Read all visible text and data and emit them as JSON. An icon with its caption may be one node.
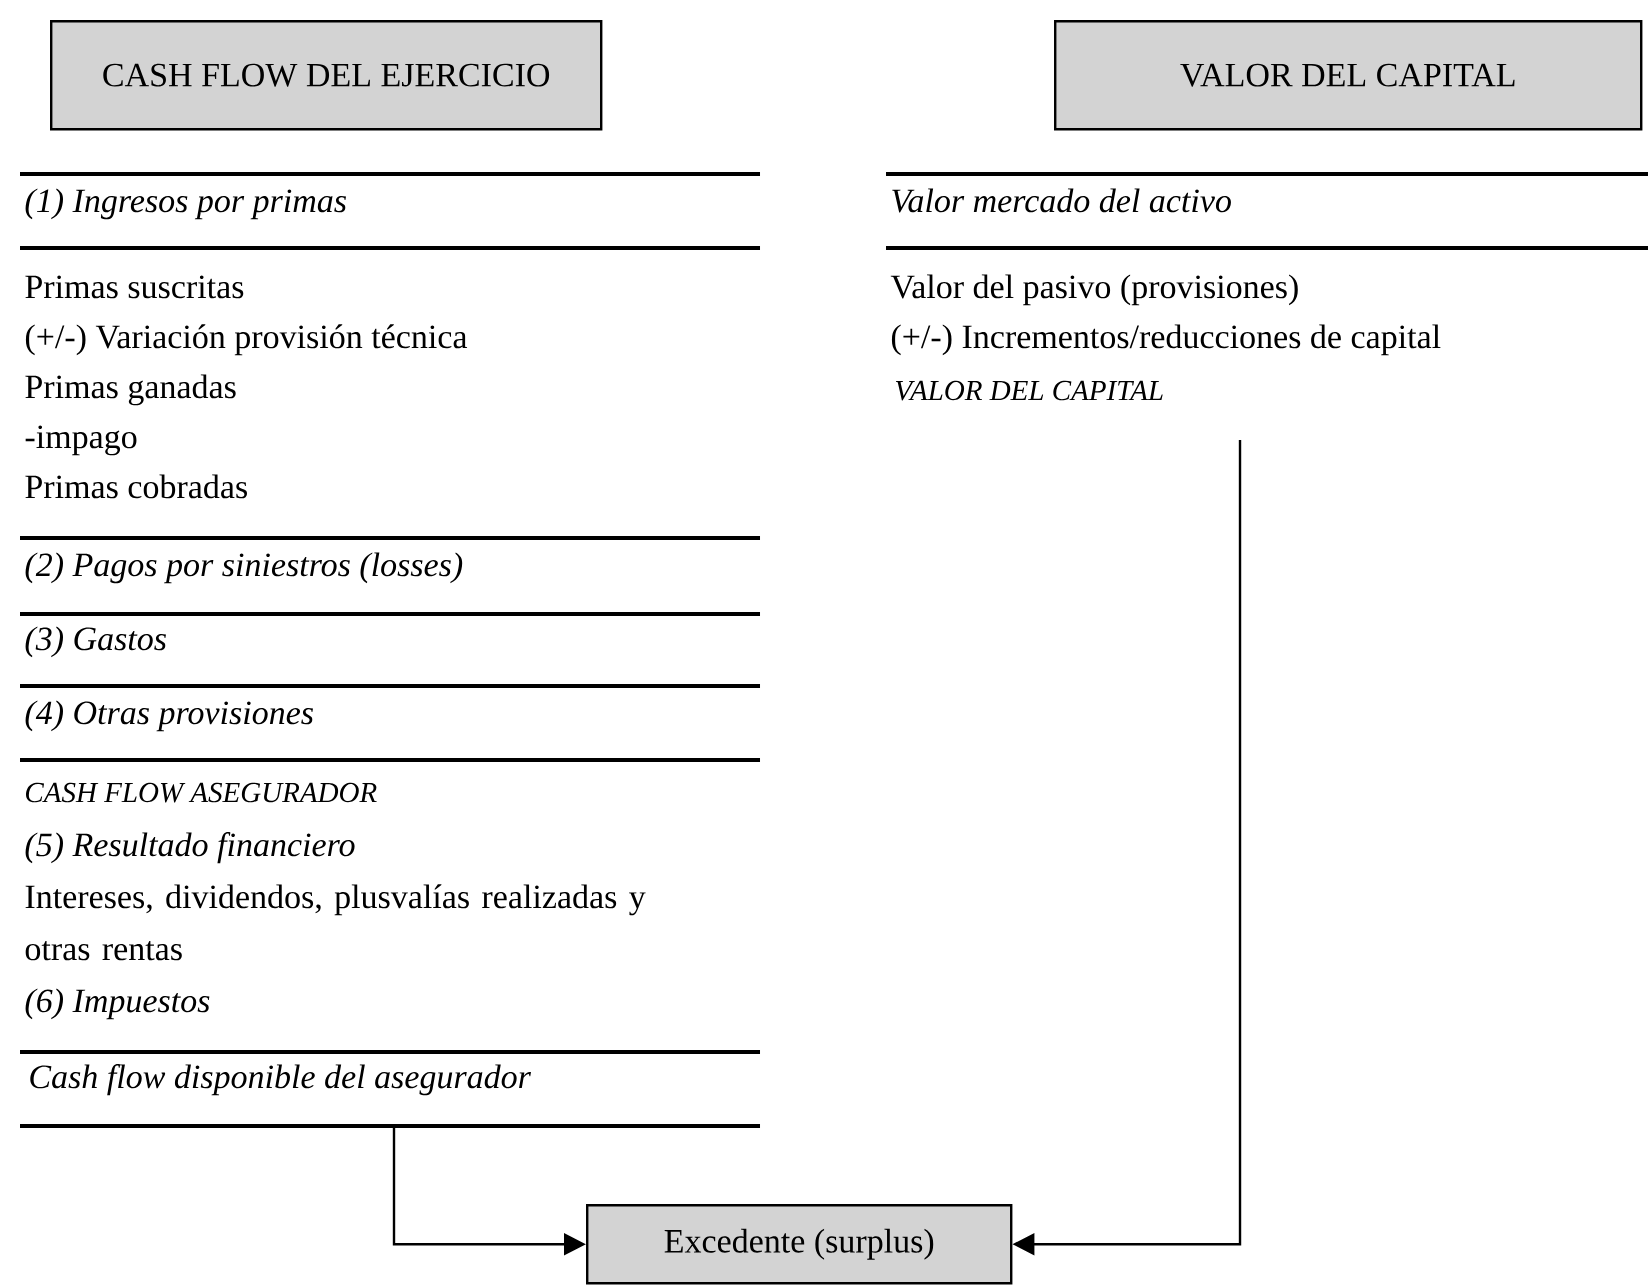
{
  "diagram": {
    "nodes": [
      {
        "text": [
          "CASH FLOW DEL EJERCICIO"
        ]
      },
      {
        "text": [
          "VALOR DEL CAPITAL"
        ]
      },
      {
        "text": [
          "Cash flow disponible del asegurador"
        ]
      },
      {
        "text": [
          "VALOR DEL CAPITAL"
        ]
      },
      {
        "text": [
          "Excedente (surplus)"
        ]
      }
    ],
    "edges": [
      {
        "from": 2,
        "to": 4,
        "arrow": "to"
      },
      {
        "from": 3,
        "to": 4,
        "arrow": "to"
      }
    ],
    "labels": [
      "(1) Ingresos por primas",
      "Primas suscritas",
      "(+/-) Variación provisión técnica",
      "Primas ganadas",
      "-impago",
      "Primas cobradas",
      "(2) Pagos por siniestros (losses)",
      "(3) Gastos",
      "(4) Otras provisiones",
      "CASH FLOW ASEGURADOR",
      "(5) Resultado financiero",
      "Intereses, dividendos, plusvalías realizadas y otras rentas",
      "(6) Impuestos",
      "Valor mercado del activo",
      "Valor del pasivo (provisiones)",
      "(+/-) Incrementos/reducciones de capital"
    ]
  }
}
